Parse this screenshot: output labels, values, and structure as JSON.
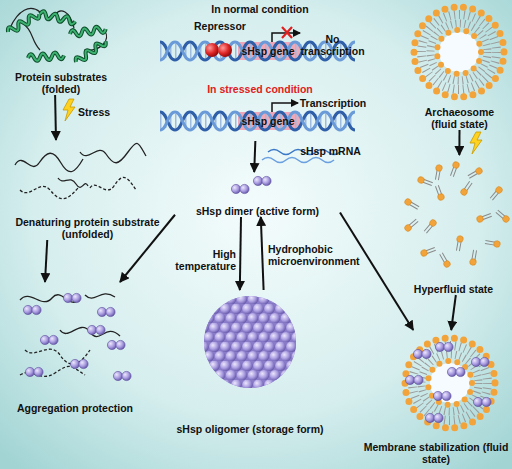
{
  "diagram": {
    "nodes": [
      {
        "text": [
          "Protein substrates (folded)"
        ]
      },
      {
        "text": [
          "In normal condition",
          "Repressor",
          "No transcription",
          "sHsp gene"
        ]
      },
      {
        "text": [
          "In stressed condition",
          "Transcription",
          "sHsp gene",
          "sHsp mRNA"
        ]
      },
      {
        "text": [
          "Archaeosome (fluid state)"
        ]
      },
      {
        "text": [
          "Denaturing protein substrate (unfolded)"
        ]
      },
      {
        "text": [
          "sHsp dimer (active form)"
        ]
      },
      {
        "text": [
          "Hyperfluid state"
        ]
      },
      {
        "text": [
          "Aggregation protection"
        ]
      },
      {
        "text": [
          "sHsp oligomer (storage form)"
        ]
      },
      {
        "text": [
          "Membrane stabilization (fluid state)"
        ]
      }
    ],
    "edges": [
      {
        "from": 0,
        "to": 4,
        "arrow": "to",
        "label": "Stress"
      },
      {
        "from": 3,
        "to": 6,
        "arrow": "to"
      },
      {
        "from": 2,
        "to": 5,
        "arrow": "to"
      },
      {
        "from": 4,
        "to": 7,
        "arrow": "to"
      },
      {
        "from": 5,
        "to": 7,
        "arrow": "to"
      },
      {
        "from": 5,
        "to": 8,
        "arrow": "to",
        "label": "High temperature"
      },
      {
        "from": 8,
        "to": 5,
        "arrow": "to",
        "label": "Hydrophobic microenvironment"
      },
      {
        "from": 5,
        "to": 9,
        "arrow": "to"
      },
      {
        "from": 6,
        "to": 9,
        "arrow": "to"
      }
    ]
  }
}
